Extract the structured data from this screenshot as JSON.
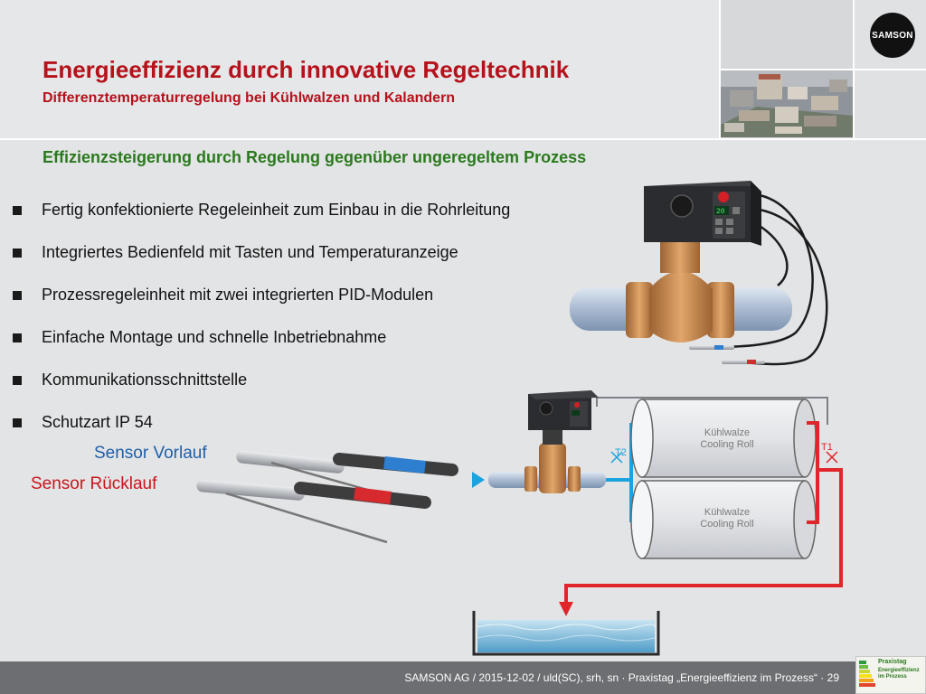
{
  "header": {
    "title": "Energieeffizienz durch innovative Regeltechnik",
    "subtitle": "Differenztemperaturregelung bei Kühlwalzen und Kalandern",
    "logo_text": "SAMSON"
  },
  "section_heading": "Effizienzsteigerung durch Regelung gegenüber ungeregeltem Prozess",
  "bullets": [
    "Fertig konfektionierte Regeleinheit zum Einbau in die Rohrleitung",
    "Integriertes Bedienfeld mit Tasten und Temperaturanzeige",
    "Prozessregeleinheit mit zwei integrierten PID-Modulen",
    "Einfache Montage und schnelle Inbetriebnahme",
    "Kommunikationsschnittstelle",
    "Schutzart IP 54"
  ],
  "sensors": {
    "vorlauf": "Sensor Vorlauf",
    "ruecklauf": "Sensor Rücklauf"
  },
  "diagram": {
    "roll_top_line1": "Kühlwalze",
    "roll_top_line2": "Cooling Roll",
    "roll_bottom_line1": "Kühlwalze",
    "roll_bottom_line2": "Cooling Roll",
    "t1": "T1",
    "t2": "T2",
    "display_value": "20"
  },
  "footer": {
    "text": "SAMSON AG / 2015-12-02 / uld(SC), srh, sn  ·  Praxistag „Energieeffizienz im Prozess“  ·  29",
    "badge_title": "Praxistag",
    "badge_sub": "Energieeffizienz im Prozess"
  },
  "colors": {
    "title": "#b5121b",
    "heading": "#2a7a1d",
    "flow": "#1aa3de",
    "return": "#e0262b",
    "sensor_vorlauf": "#1f5fa8",
    "sensor_ruecklauf": "#c8161d"
  }
}
